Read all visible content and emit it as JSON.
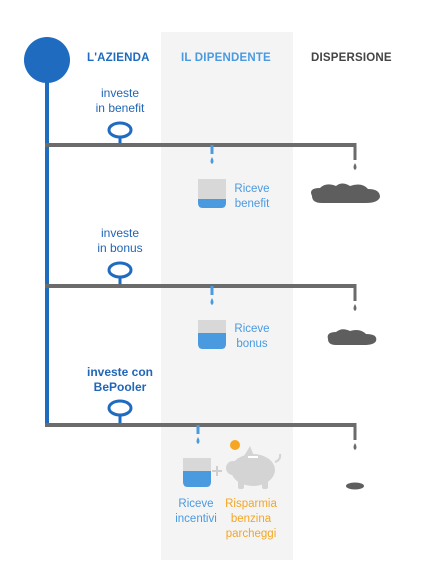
{
  "headers": {
    "company": "L'AZIENDA",
    "employee": "IL DIPENDENTE",
    "dispersion": "DISPERSIONE"
  },
  "rows": [
    {
      "invest_line1": "investe",
      "invest_line2": "in benefit",
      "receive_line1": "Riceve",
      "receive_line2": "benefit"
    },
    {
      "invest_line1": "investe",
      "invest_line2": "in bonus",
      "receive_line1": "Riceve",
      "receive_line2": "bonus"
    },
    {
      "invest_line1": "investe con",
      "invest_line2": "BePooler",
      "receive_line1": "Riceve",
      "receive_line2": "incentivi"
    }
  ],
  "savings": {
    "line1": "Risparmia",
    "line2": "benzina",
    "line3": "parcheggi"
  },
  "colors": {
    "blue": "#1f6bbf",
    "light_blue": "#4a9ae0",
    "gray": "#666666",
    "orange": "#f5a623",
    "column_bg": "#f4f4f4"
  }
}
